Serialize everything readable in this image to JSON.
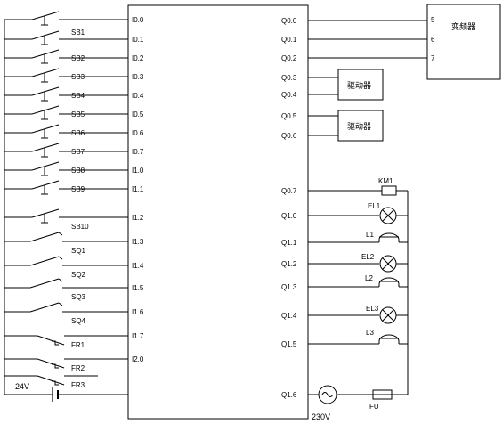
{
  "plc": {
    "inputs": [
      {
        "port": "I0.0",
        "label": "",
        "type": "pb"
      },
      {
        "port": "I0.1",
        "label": "SB1",
        "type": "pb"
      },
      {
        "port": "I0.2",
        "label": "SB2",
        "type": "pb"
      },
      {
        "port": "I0.3",
        "label": "SB3",
        "type": "pb"
      },
      {
        "port": "I0.4",
        "label": "SB4",
        "type": "pb"
      },
      {
        "port": "I0.5",
        "label": "SB5",
        "type": "pb"
      },
      {
        "port": "I0.6",
        "label": "SB6",
        "type": "pb"
      },
      {
        "port": "I0.7",
        "label": "SB7",
        "type": "pb"
      },
      {
        "port": "I1.0",
        "label": "SB8",
        "type": "pb"
      },
      {
        "port": "I1.1",
        "label": "SB9",
        "type": "pb"
      },
      {
        "port": "I1.2",
        "label": "SB10",
        "type": "pb"
      },
      {
        "port": "I1.3",
        "label": "SQ1",
        "type": "limit"
      },
      {
        "port": "I1.4",
        "label": "SQ2",
        "type": "limit"
      },
      {
        "port": "I1.5",
        "label": "SQ3",
        "type": "limit"
      },
      {
        "port": "I1.6",
        "label": "SQ4",
        "type": "limit"
      },
      {
        "port": "I1.7",
        "label": "FR1",
        "type": "fr"
      },
      {
        "port": "I2.0",
        "label": "FR2",
        "type": "fr"
      },
      {
        "port": "",
        "label": "FR3",
        "type": "fr"
      }
    ],
    "outputs": [
      {
        "port": "Q0.0"
      },
      {
        "port": "Q0.1"
      },
      {
        "port": "Q0.2"
      },
      {
        "port": "Q0.3"
      },
      {
        "port": "Q0.4"
      },
      {
        "port": "Q0.5"
      },
      {
        "port": "Q0.6"
      },
      {
        "port": "Q0.7"
      },
      {
        "port": "Q1.0"
      },
      {
        "port": "Q1.1"
      },
      {
        "port": "Q1.2"
      },
      {
        "port": "Q1.3"
      },
      {
        "port": "Q1.4"
      },
      {
        "port": "Q1.5"
      },
      {
        "port": "Q1.6"
      }
    ]
  },
  "vfd": {
    "label": "变频器",
    "terminals": [
      "5",
      "6",
      "7"
    ]
  },
  "drivers": [
    {
      "label": "驱动器"
    },
    {
      "label": "驱动器"
    }
  ],
  "loads": [
    {
      "label": "KM1"
    },
    {
      "label": "EL1"
    },
    {
      "label": "L1"
    },
    {
      "label": "EL2"
    },
    {
      "label": "L2"
    },
    {
      "label": "EL3"
    },
    {
      "label": "L3"
    }
  ],
  "supply": {
    "dc_label": "24V",
    "ac_label": "230V",
    "fuse_label": "FU"
  }
}
